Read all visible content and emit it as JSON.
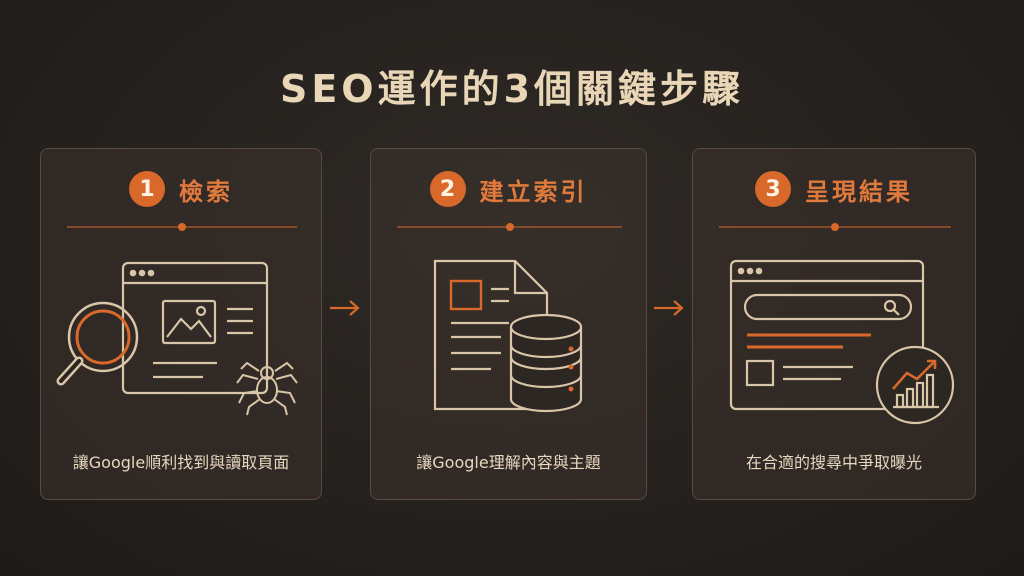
{
  "title": "SEO運作的3個關鍵步驟",
  "colors": {
    "accent": "#d8692a",
    "line": "#d9c6a8",
    "background": "#231f1c",
    "card_border": "#5a4b40"
  },
  "steps": [
    {
      "number": "1",
      "title": "檢索",
      "description": "讓Google順利找到與讀取頁面",
      "icons": [
        "browser-window-icon",
        "magnifier-icon",
        "image-icon",
        "spider-icon"
      ]
    },
    {
      "number": "2",
      "title": "建立索引",
      "description": "讓Google理解內容與主題",
      "icons": [
        "document-icon",
        "database-icon"
      ]
    },
    {
      "number": "3",
      "title": "呈現結果",
      "description": "在合適的搜尋中爭取曝光",
      "icons": [
        "search-results-icon",
        "growth-chart-icon"
      ]
    }
  ]
}
